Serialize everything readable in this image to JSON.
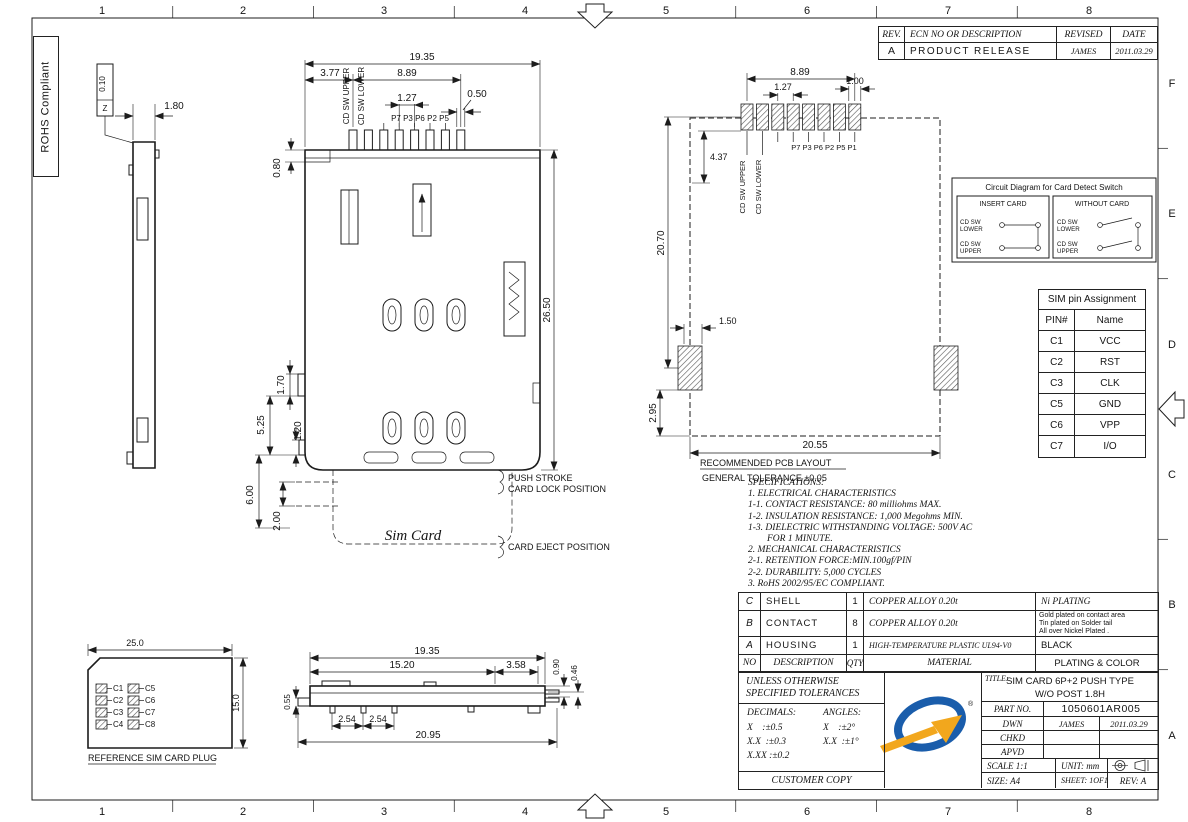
{
  "frame": {
    "cols": [
      "1",
      "2",
      "3",
      "4",
      "5",
      "6",
      "7",
      "8"
    ],
    "rows": [
      "F",
      "E",
      "D",
      "C",
      "B",
      "A"
    ]
  },
  "rohs": {
    "label": "ROHS Compliant"
  },
  "rev_table": {
    "headers": {
      "rev": "REV.",
      "desc": "ECN NO OR DESCRIPTION",
      "revised": "REVISED",
      "date": "DATE"
    },
    "row": {
      "rev": "A",
      "desc": "PRODUCT RELEASE",
      "revised": "JAMES",
      "date": "2011.03.29"
    }
  },
  "circuit_box": {
    "title": "Circuit Diagram for Card Detect Switch",
    "insert": {
      "label": "INSERT CARD",
      "sw1a": "CD SW",
      "sw1b": "LOWER",
      "sw2a": "CD SW",
      "sw2b": "UPPER"
    },
    "without": {
      "label": "WITHOUT CARD",
      "sw1a": "CD SW",
      "sw1b": "LOWER",
      "sw2a": "CD SW",
      "sw2b": "UPPER"
    }
  },
  "pin_table": {
    "title": "SIM pin Assignment",
    "col_pin": "PIN#",
    "col_name": "Name",
    "rows": [
      {
        "pin": "C1",
        "name": "VCC"
      },
      {
        "pin": "C2",
        "name": "RST"
      },
      {
        "pin": "C3",
        "name": "CLK"
      },
      {
        "pin": "C5",
        "name": "GND"
      },
      {
        "pin": "C6",
        "name": "VPP"
      },
      {
        "pin": "C7",
        "name": "I/O"
      }
    ]
  },
  "specs": {
    "title": "SPECIFICATIONS:",
    "lines": [
      "1. ELECTRICAL CHARACTERISTICS",
      "1-1. CONTACT RESISTANCE: 80 milliohms MAX.",
      "1-2. INSULATION RESISTANCE: 1,000 Megohms MIN.",
      "1-3. DIELECTRIC WITHSTANDING VOLTAGE: 500V AC",
      "        FOR 1 MINUTE.",
      "2. MECHANICAL CHARACTERISTICS",
      "2-1. RETENTION FORCE:MIN.100gf/PIN",
      "2-2. DURABILITY: 5,000 CYCLES",
      "3. RoHS 2002/95/EC COMPLIANT."
    ]
  },
  "parts_table": {
    "header": {
      "no": "NO",
      "desc": "DESCRIPTION",
      "qty": "QTY",
      "material": "MATERIAL",
      "plating": "PLATING & COLOR"
    },
    "row_c": {
      "no": "C",
      "desc": "SHELL",
      "qty": "1",
      "material": "COPPER ALLOY 0.20t",
      "plating": "Ni PLATING"
    },
    "row_b": {
      "no": "B",
      "desc": "CONTACT",
      "qty": "8",
      "material": "COPPER ALLOY 0.20t",
      "plating1": "Gold plated on contact area",
      "plating2": "Tin plated on Solder tail",
      "plating3": "All over Nickel Plated ."
    },
    "row_a": {
      "no": "A",
      "desc": "HOUSING",
      "qty": "1",
      "material": "HIGH-TEMPERATURE PLASTIC UL94-V0",
      "plating": "BLACK"
    }
  },
  "title_block": {
    "tol_title1": "UNLESS OTHERWISE",
    "tol_title2": "SPECIFIED TOLERANCES",
    "decimals": "DECIMALS:",
    "angles": "ANGLES:",
    "tol_r1l": "X    :±0.5",
    "tol_r1r": "X    :±2°",
    "tol_r2l": "X.X  :±0.3",
    "tol_r2r": "X.X  :±1°",
    "tol_r3l": "X.XX :±0.2",
    "customer_copy": "CUSTOMER COPY",
    "title_label": "TITLE:",
    "title1": "SIM CARD 6P+2 PUSH TYPE",
    "title2": "W/O POST 1.8H",
    "part_no_label": "PART NO.",
    "part_no": "1050601AR005",
    "dwn": "DWN",
    "dwn_name": "JAMES",
    "dwn_date": "2011.03.29",
    "chkd": "CHKD",
    "apvd": "APVD",
    "scale": "SCALE 1:1",
    "unit": "UNIT:  mm",
    "size": "SIZE: A4",
    "sheet": "SHEET: 1OF1",
    "rev": "REV: A",
    "registered": "®"
  },
  "views": {
    "side_left": {
      "d_1_80": "1.80",
      "datum": "0.10",
      "datum_zone": "Z"
    },
    "main": {
      "d_19_35": "19.35",
      "d_8_89": "8.89",
      "d_3_77": "3.77",
      "d_1_27": "1.27",
      "d_0_50": "0.50",
      "d_0_80": "0.80",
      "d_26_50": "26.50",
      "d_1_70": "1.70",
      "d_5_25": "5.25",
      "d_1_20": "1.20",
      "d_6_00": "6.00",
      "d_2_00": "2.00",
      "cd_sw_upper": "CD SW UPPER",
      "cd_sw_lower": "CD SW LOWER",
      "pins": "P7 P3 P6 P2 P5",
      "sim_card": "Sim Card",
      "push_stroke": "PUSH STROKE",
      "card_lock": "CARD LOCK POSITION",
      "card_eject": "CARD EJECT POSITION"
    },
    "pcb": {
      "d_8_89": "8.89",
      "d_1_27": "1.27",
      "d_1_00": "1.00",
      "d_4_37": "4.37",
      "d_20_70": "20.70",
      "d_1_50": "1.50",
      "d_2_95": "2.95",
      "d_20_55": "20.55",
      "cd_sw_upper": "CD SW UPPER",
      "cd_sw_lower": "CD SW LOWER",
      "pins": "P7 P3 P6 P2 P5 P1",
      "caption1": "RECOMMENDED PCB LAYOUT",
      "caption2": "GENERAL TOLERANCE ±0.05"
    },
    "side_bottom": {
      "d_19_35": "19.35",
      "d_15_20": "15.20",
      "d_3_58": "3.58",
      "d_0_90": "0.90",
      "d_0_46": "0.46",
      "d_0_55": "0.55",
      "d_2_54a": "2.54",
      "d_2_54b": "2.54",
      "d_20_95": "20.95"
    },
    "plug": {
      "d_25_0": "25.0",
      "d_15_0": "15.0",
      "contacts": [
        "C1",
        "C2",
        "C3",
        "C4",
        "C5",
        "C6",
        "C7",
        "C8"
      ],
      "caption": "REFERENCE SIM CARD PLUG"
    }
  }
}
